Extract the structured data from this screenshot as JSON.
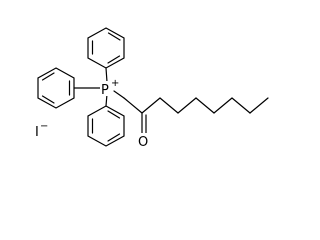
{
  "molecule": {
    "atoms": {
      "phosphorus": {
        "symbol": "P",
        "charge": "+"
      },
      "oxygen": {
        "symbol": "O"
      },
      "iodide": {
        "symbol": "I",
        "charge": "−"
      }
    },
    "colors": {
      "bond": "#000000",
      "background": "#ffffff"
    }
  }
}
